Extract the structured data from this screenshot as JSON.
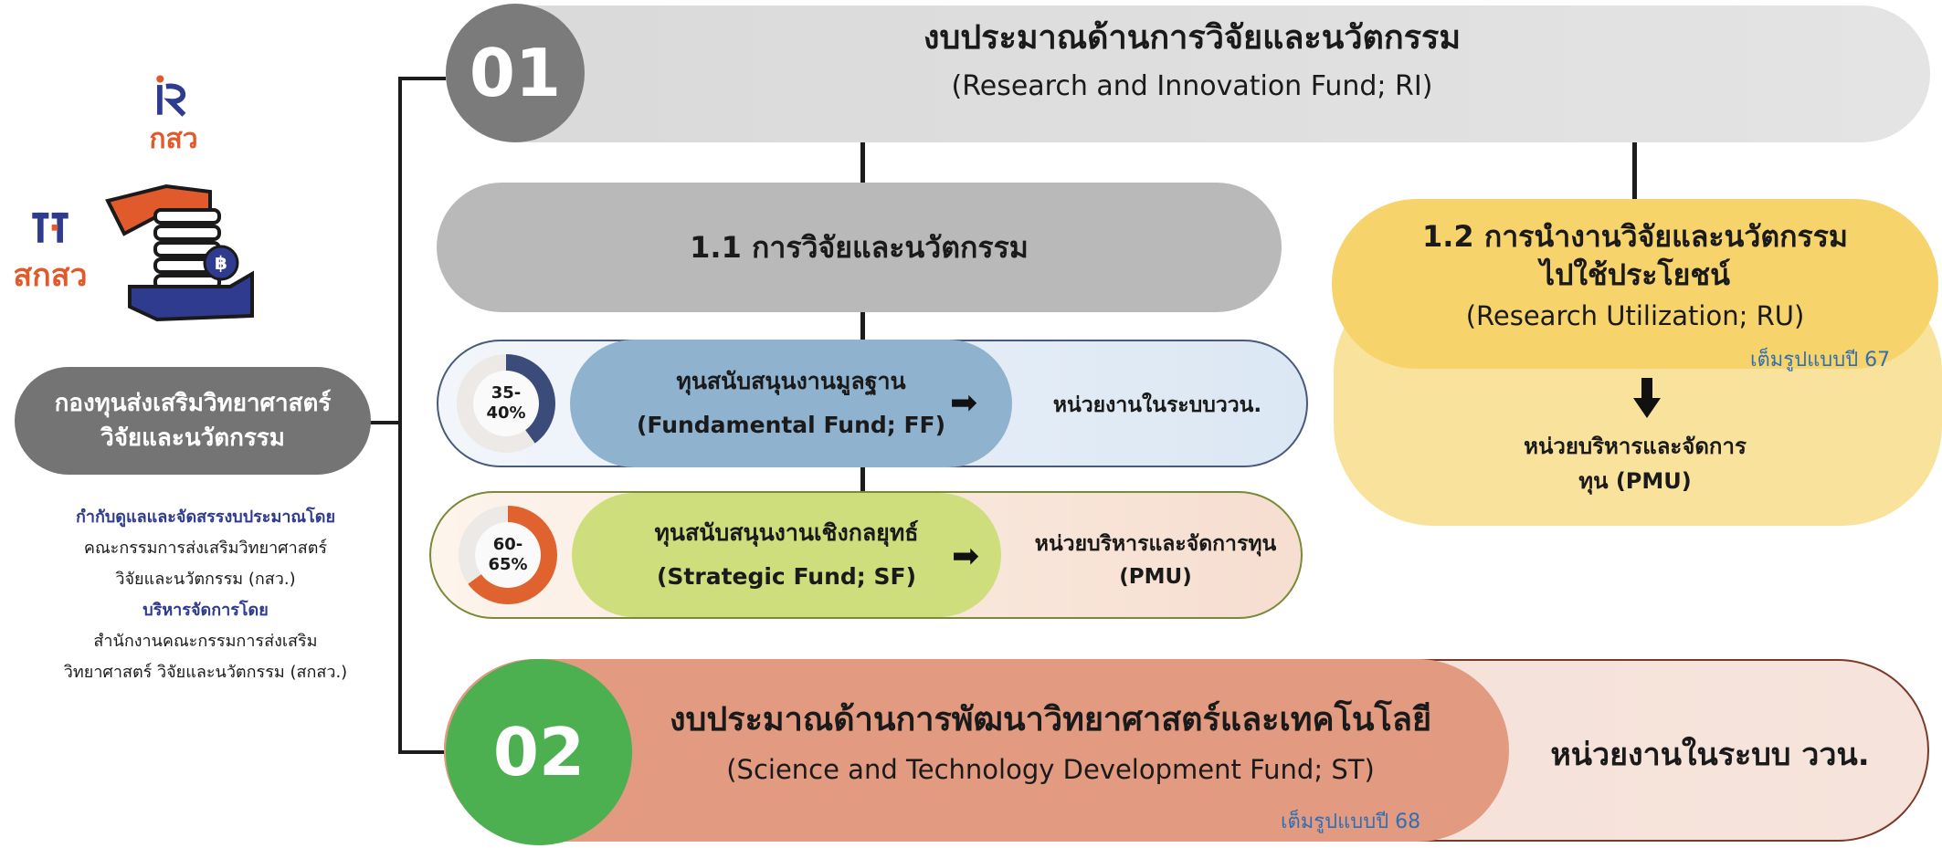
{
  "logos": {
    "rsvt_label": "กสว",
    "tsri_label": "สกสว",
    "rsvt_mark": "R"
  },
  "left": {
    "fund_title_line1": "กองทุนส่งเสริมวิทยาศาสตร์",
    "fund_title_line2": "วิจัยและนวัตกรรม",
    "governance": [
      {
        "text": "กำกับดูแลและจัดสรรงบประมาณโดย",
        "highlight": true
      },
      {
        "text": "คณะกรรมการส่งเสริมวิทยาศาสตร์",
        "highlight": false
      },
      {
        "text": "วิจัยและนวัตกรรม (กสว.)",
        "highlight": false
      },
      {
        "text": "บริหารจัดการโดย",
        "highlight": true
      },
      {
        "text": "สำนักงานคณะกรรมการส่งเสริม",
        "highlight": false
      },
      {
        "text": "วิทยาศาสตร์ วิจัยและนวัตกรรม (สกสว.)",
        "highlight": false
      }
    ]
  },
  "box01": {
    "number": "01",
    "title_th": "งบประมาณด้านการวิจัยและนวัตกรรม",
    "title_en": "(Research and Innovation Fund; RI)"
  },
  "box11": {
    "label": "1.1  การวิจัยและนวัตกรรม"
  },
  "ff": {
    "percent_line1": "35-",
    "percent_line2": "40%",
    "share": 0.4,
    "ring_color": "#3b4b7a",
    "title_th": "ทุนสนับสนุนงานมูลฐาน",
    "title_en": "(Fundamental Fund; FF)",
    "destination": "หน่วยงานในระบบววน."
  },
  "sf": {
    "percent_line1": "60-",
    "percent_line2": "65%",
    "share": 0.65,
    "ring_color": "#e0622f",
    "title_th": "ทุนสนับสนุนงานเชิงกลยุทธ์",
    "title_en": "(Strategic Fund; SF)",
    "destination_line1": "หน่วยบริหารและจัดการทุน",
    "destination_line2": "(PMU)"
  },
  "box12": {
    "title_line1": "1.2  การนำงานวิจัยและนวัตกรรม",
    "title_line2": "ไปใช้ประโยชน์",
    "title_en": "(Research Utilization; RU)",
    "note": "เต็มรูปแบบปี 67",
    "pmu_line1": "หน่วยบริหารและจัดการ",
    "pmu_line2": "ทุน (PMU)"
  },
  "box02": {
    "number": "02",
    "title_th": "งบประมาณด้านการพัฒนาวิทยาศาสตร์และเทคโนโลยี",
    "title_en": "(Science and Technology Development Fund; ST)",
    "note": "เต็มรูปแบบปี 68",
    "destination": "หน่วยงานในระบบ ววน."
  },
  "colors": {
    "circle01": "#7b7b7b",
    "circle02": "#4caf50",
    "ff_blue": "#8fb2cf",
    "sf_green": "#cfde7d",
    "yellow": "#f7d36b",
    "salmon": "#e29a80",
    "note_blue": "#2f6fb3"
  }
}
